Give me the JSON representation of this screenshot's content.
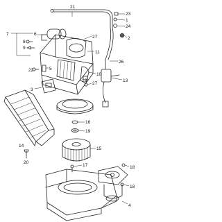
{
  "callouts": {
    "c1": "1",
    "c2": "2",
    "c3": "3",
    "c4": "4",
    "c5": "5",
    "c6": "6",
    "c7": "7",
    "c8": "8",
    "c9": "9",
    "c10": "10",
    "c11": "11",
    "c12": "12",
    "c13": "13",
    "c14": "14",
    "c15": "15",
    "c16": "16",
    "c17": "17",
    "c18": "18",
    "c19": "19",
    "c20": "20",
    "c21": "21",
    "c22": "22",
    "c23": "23",
    "c24": "24",
    "c26": "26",
    "c27": "27"
  },
  "colors": {
    "line": "#222222",
    "background": "#ffffff"
  }
}
